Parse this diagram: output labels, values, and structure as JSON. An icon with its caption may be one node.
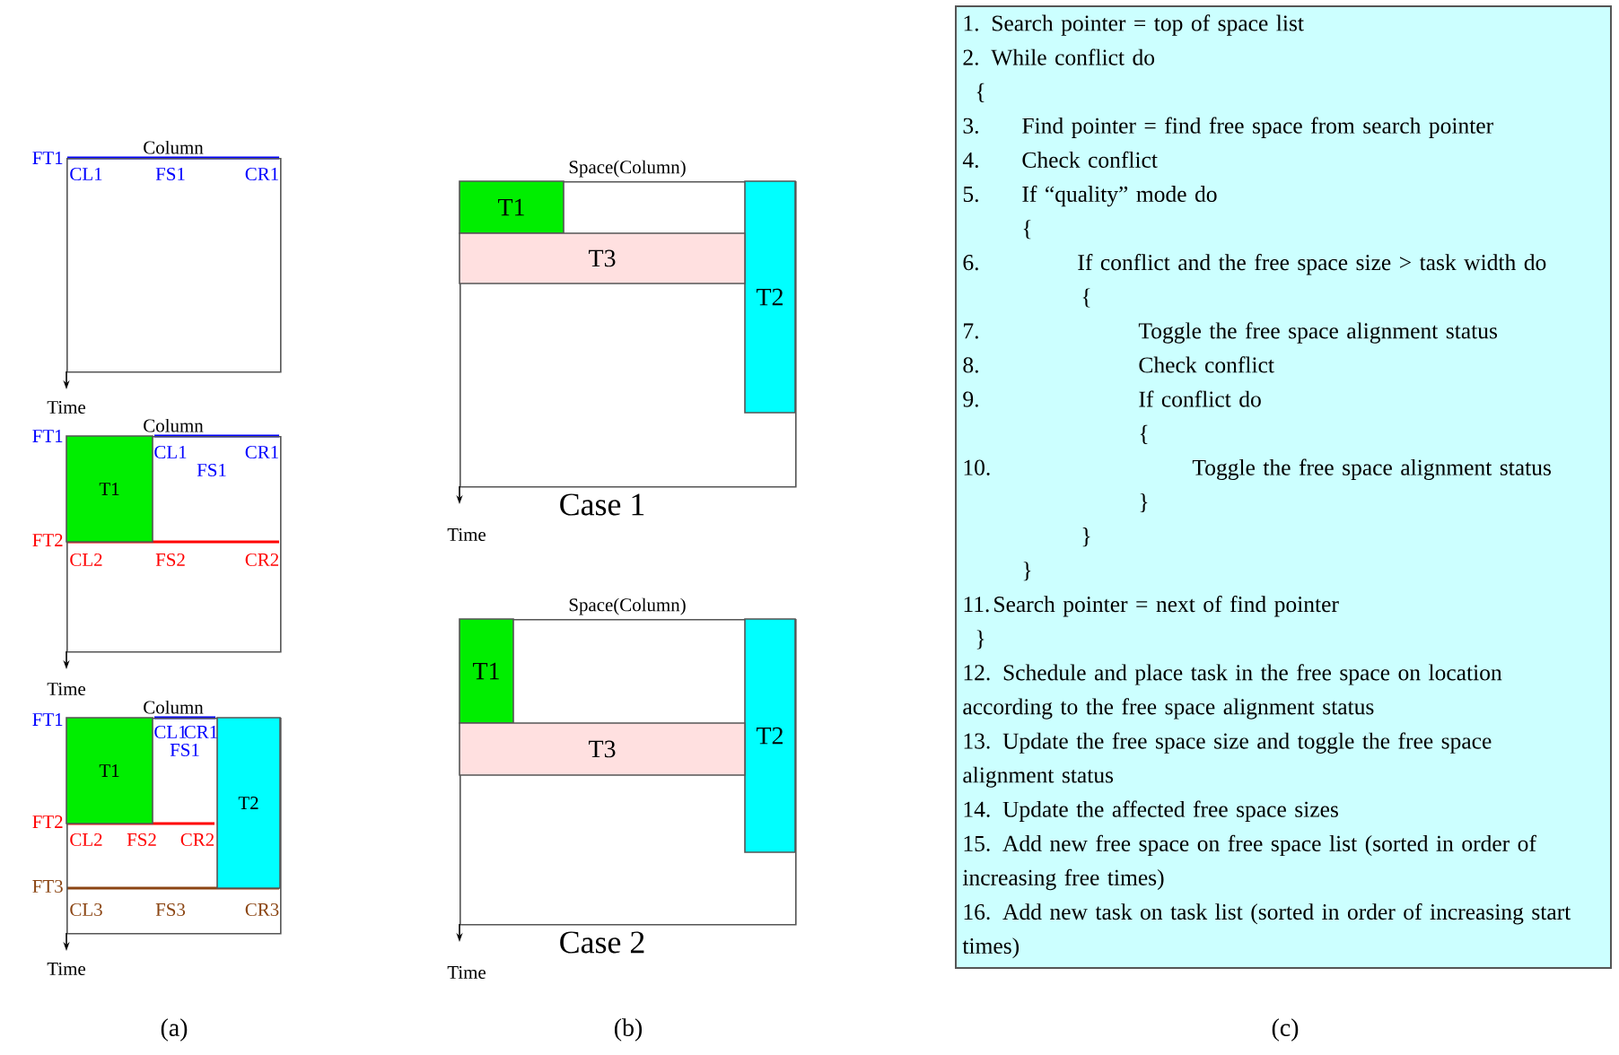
{
  "diagram": {
    "nodes": [
      {
        "text": [
          "Column"
        ]
      },
      {
        "text": [
          "Column"
        ]
      },
      {
        "text": [
          "T1"
        ],
        "in": 1
      },
      {
        "text": [
          "Column"
        ]
      },
      {
        "text": [
          "T1"
        ],
        "in": 3
      },
      {
        "text": [
          "T2"
        ],
        "in": 3
      },
      {
        "text": [
          "Space(Column)"
        ],
        "beside": [
          "Case 1"
        ]
      },
      {
        "text": [
          "T1"
        ],
        "in": 6
      },
      {
        "text": [
          "T2"
        ],
        "in": 6
      },
      {
        "text": [
          "T3"
        ],
        "in": 6
      },
      {
        "text": [
          "Space(Column)"
        ],
        "beside": [
          "Case 2"
        ]
      },
      {
        "text": [
          "T1"
        ],
        "in": 10
      },
      {
        "text": [
          "T2"
        ],
        "in": 10
      },
      {
        "text": [
          "T3"
        ],
        "in": 10
      },
      {
        "text": [
          "1. Search pointer = top of space list",
          "2. While conflict do",
          "{",
          "3.",
          "Find pointer = find free space from search pointer",
          "4.",
          "Check conflict",
          "5.",
          "If “quality” mode do",
          "{",
          "6.",
          "If conflict and the free space size > task width do",
          "{",
          "7.",
          "Toggle the free space alignment status",
          "8.",
          "Check conflict",
          "9.",
          "If conflict do",
          "{",
          "10.",
          "Toggle the free space alignment status",
          "}",
          "}",
          "}",
          "11.",
          "Search pointer = next of find pointer",
          "}",
          "12. Schedule and place task in the free space on location according to the free space alignment status",
          "13. Update the free space size and toggle the free space alignment status",
          "14. Update the affected free space sizes",
          "15. Add new free space on free space list (sorted in order of increasing free times)",
          "16. Add new task on task list (sorted in order of increasing start times)"
        ]
      }
    ],
    "labels": [
      "FT1",
      "CL1",
      "FS1",
      "CR1",
      "Time",
      "FT1",
      "CL1",
      "CR1",
      "FS1",
      "FT2",
      "CL2",
      "FS2",
      "CR2",
      "Time",
      "FT1",
      "CL1",
      "CR1",
      "FS1",
      "FT2",
      "CL2",
      "FS2",
      "CR2",
      "FT3",
      "CL3",
      "FS3",
      "CR3",
      "Time",
      "Time",
      "Time",
      "(a)",
      "(b)",
      "(c)"
    ]
  }
}
